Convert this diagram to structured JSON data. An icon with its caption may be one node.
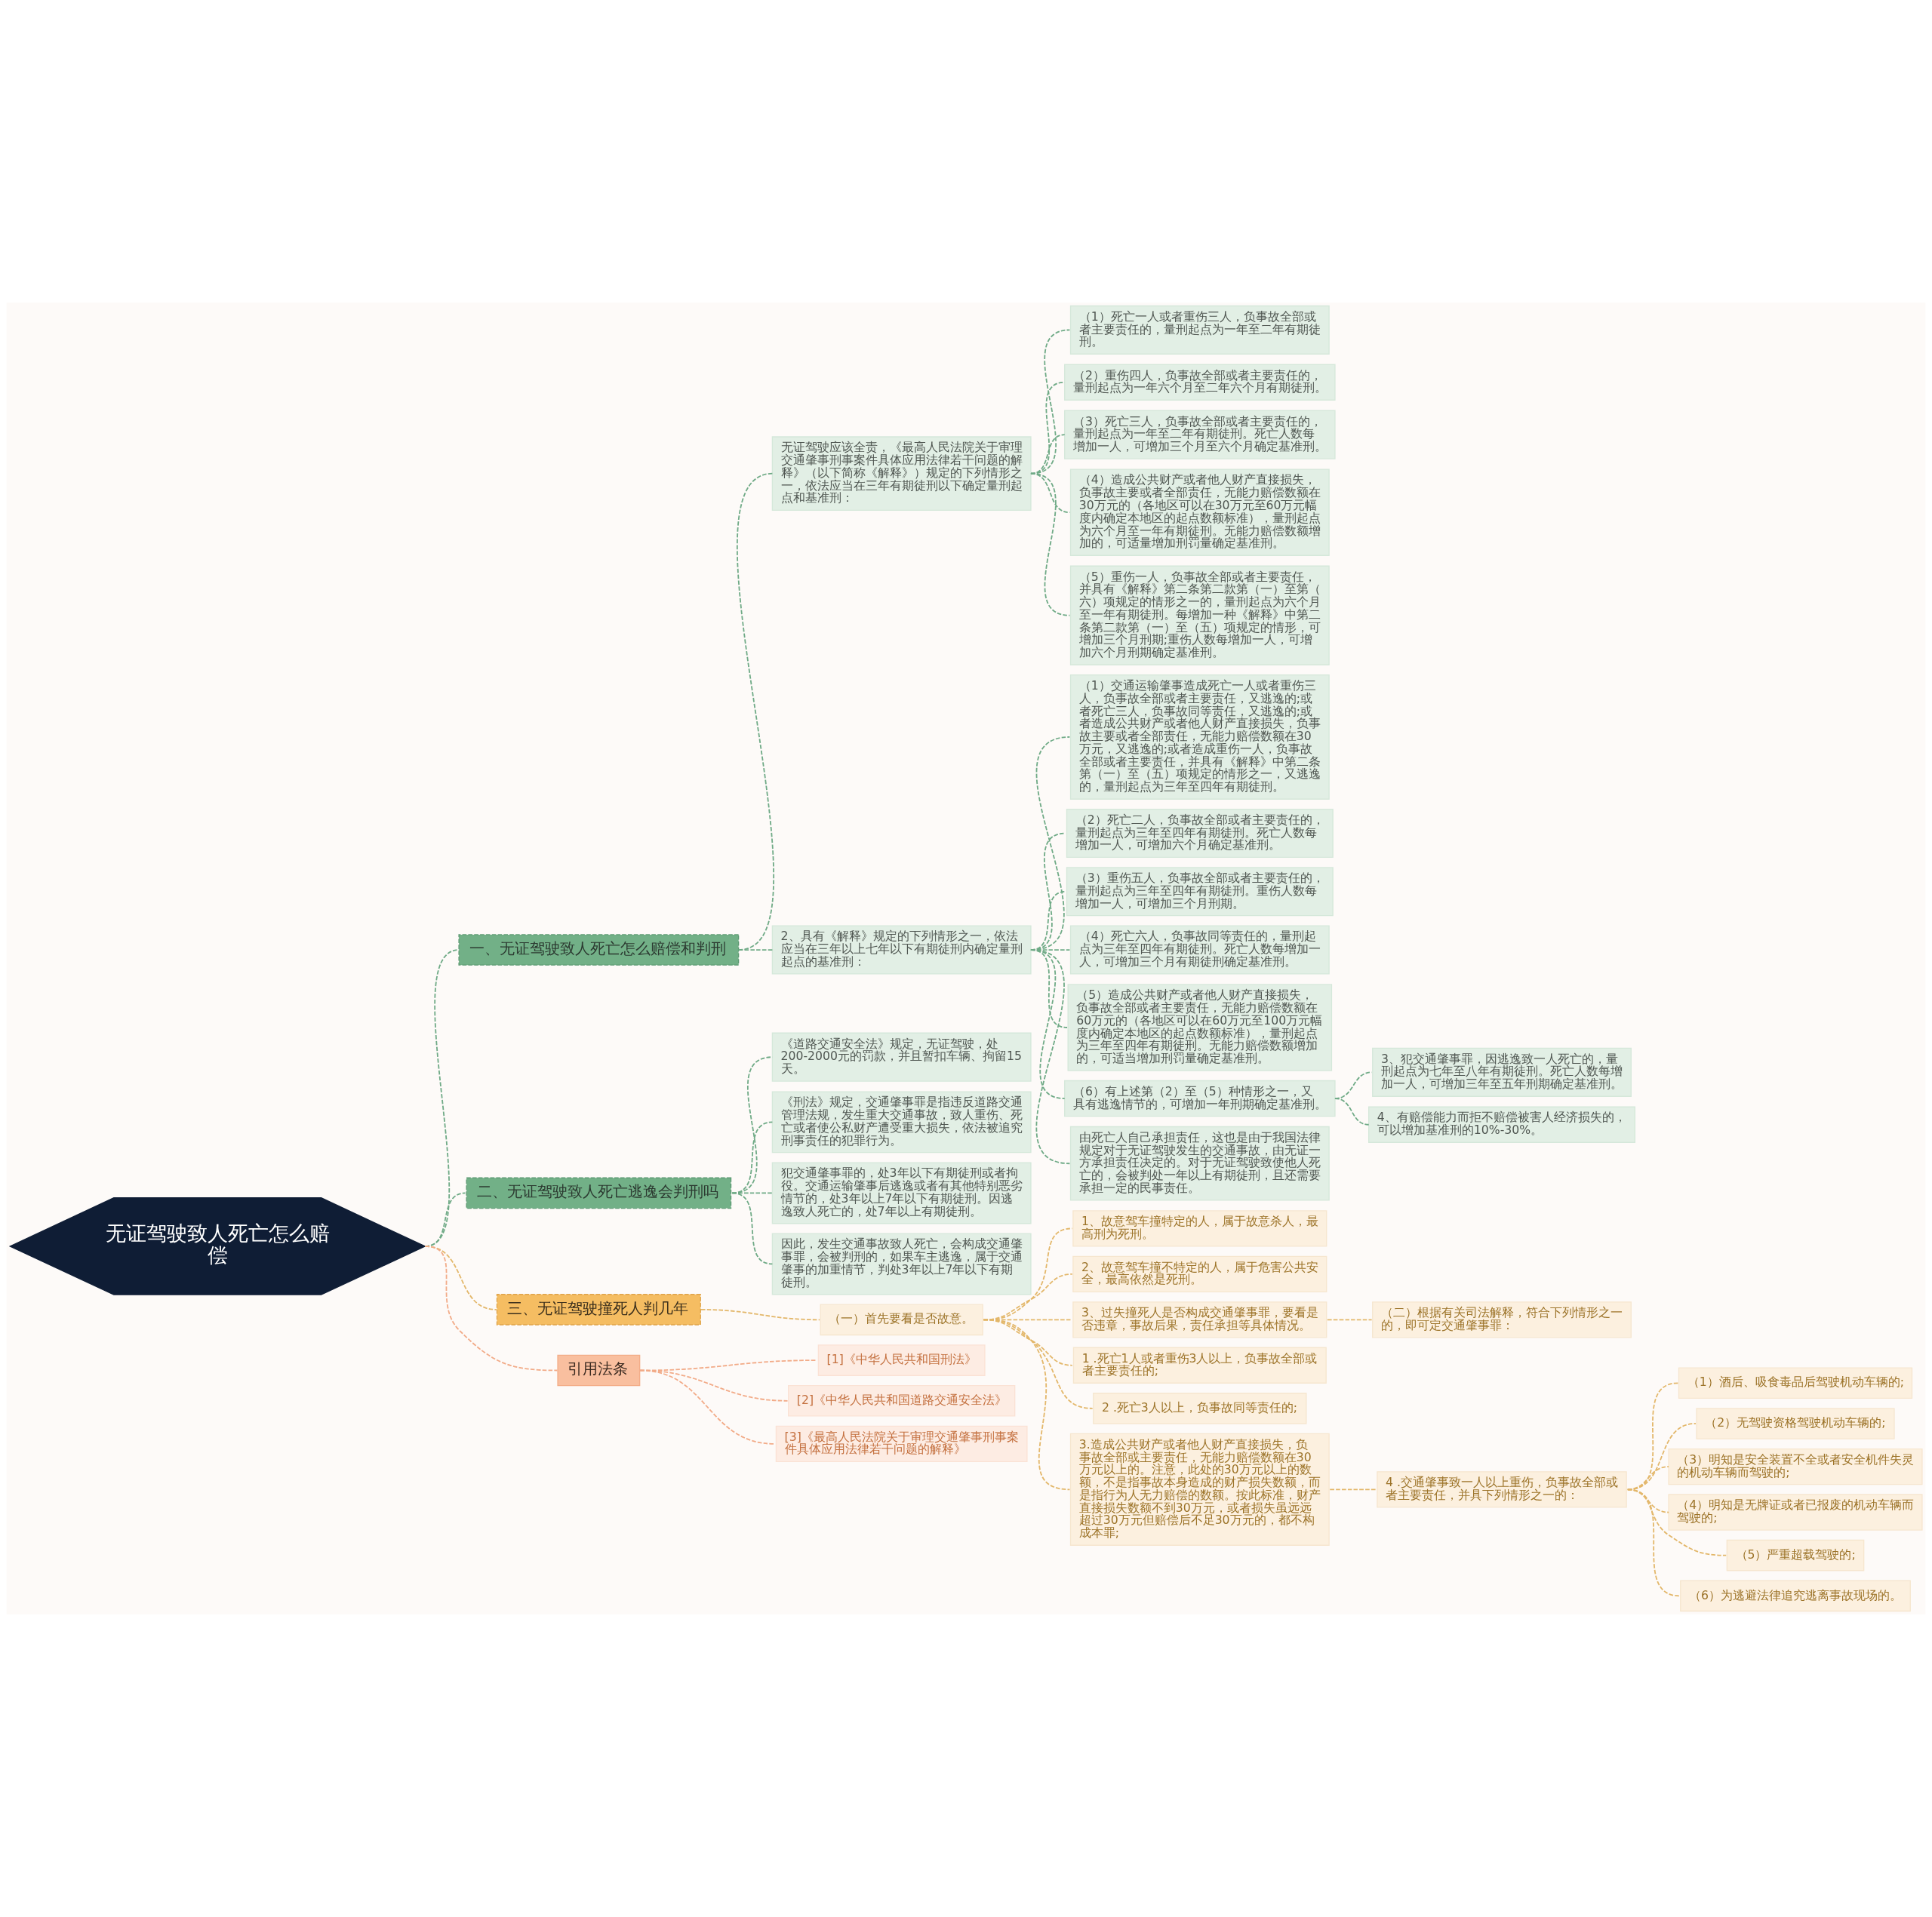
{
  "diagram": {
    "nodes": [
      {
        "text": [
          "无证驾驶致人死亡怎么赔偿"
        ]
      },
      {
        "text": [
          "一、无证驾驶致人死亡怎么赔偿和判刑"
        ]
      },
      {
        "text": [
          "无证驾驶应该全责，《最高人民法院关于审理交通肇事刑事案件具体应用法律若干问题的解释》（以下简称《解释》）规定的下列情形之一，依法应当在三年有期徒刑以下确定量刑起点和基准刑："
        ]
      },
      {
        "text": [
          "（1）死亡一人或者重伤三人，负事故全部或者主要责任的，量刑起点为一年至二年有期徒刑。"
        ]
      },
      {
        "text": [
          "（2）重伤四人，负事故全部或者主要责任的，量刑起点为一年六个月至二年六个月有期徒刑。"
        ]
      },
      {
        "text": [
          "（3）死亡三人，负事故全部或者主要责任的，量刑起点为一年至二年有期徒刑。死亡人数每增加一人，可增加三个月至六个月确定基准刑。"
        ]
      },
      {
        "text": [
          "（4）造成公共财产或者他人财产直接损失，负事故主要或者全部责任，无能力赔偿数额在30万元的（各地区可以在30万元至60万元幅度内确定本地区的起点数额标准），量刑起点为六个月至一年有期徒刑。无能力赔偿数额增加的，可适量增加刑罚量确定基准刑。"
        ]
      },
      {
        "text": [
          "（5）重伤一人，负事故全部或者主要责任，并具有《解释》第二条第二款第（一）至第（六）项规定的情形之一的，量刑起点为六个月至一年有期徒刑。每增加一种《解释》中第二条第二款第（一）至（五）项规定的情形，可增加三个月刑期;重伤人数每增加一人，可增加六个月刑期确定基准刑。"
        ]
      },
      {
        "text": [
          "2、具有《解释》规定的下列情形之一，依法应当在三年以上七年以下有期徒刑内确定量刑起点的基准刑："
        ]
      },
      {
        "text": [
          "（1）交通运输肇事造成死亡一人或者重伤三人，负事故全部或者主要责任，又逃逸的;或者死亡三人，负事故同等责任，又逃逸的;或者造成公共财产或者他人财产直接损失，负事故主要或者全部责任，无能力赔偿数额在30万元，又逃逸的;或者造成重伤一人，负事故全部或者主要责任，并具有《解释》中第二条第（一）至（五）项规定的情形之一，又逃逸的，量刑起点为三年至四年有期徒刑。"
        ]
      },
      {
        "text": [
          "（2）死亡二人，负事故全部或者主要责任的，量刑起点为三年至四年有期徒刑。死亡人数每增加一人，可增加六个月确定基准刑。"
        ]
      },
      {
        "text": [
          "（3）重伤五人，负事故全部或者主要责任的，量刑起点为三年至四年有期徒刑。重伤人数每增加一人，可增加三个月刑期。"
        ]
      },
      {
        "text": [
          "（4）死亡六人，负事故同等责任的，量刑起点为三年至四年有期徒刑。死亡人数每增加一人，可增加三个月有期徒刑确定基准刑。"
        ]
      },
      {
        "text": [
          "（5）造成公共财产或者他人财产直接损失，负事故全部或者主要责任，无能力赔偿数额在60万元的（各地区可以在60万元至100万元幅度内确定本地区的起点数额标准），量刑起点为三年至四年有期徒刑。无能力赔偿数额增加的，可适当增加刑罚量确定基准刑。"
        ]
      },
      {
        "text": [
          "（6）有上述第（2）至（5）种情形之一，又具有逃逸情节的，可增加一年刑期确定基准刑。"
        ]
      },
      {
        "text": [
          "3、犯交通肇事罪，因逃逸致一人死亡的，量刑起点为七年至八年有期徒刑。死亡人数每增加一人，可增加三年至五年刑期确定基准刑。"
        ]
      },
      {
        "text": [
          "4、有赔偿能力而拒不赔偿被害人经济损失的，可以增加基准刑的10%-30%。"
        ]
      },
      {
        "text": [
          "由死亡人自己承担责任，这也是由于我国法律规定对于无证驾驶发生的交通事故，由无证一方承担责任决定的。对于无证驾驶致使他人死亡的，会被判处一年以上有期徒刑，且还需要承担一定的民事责任。"
        ]
      },
      {
        "text": [
          "二、无证驾驶致人死亡逃逸会判刑吗"
        ]
      },
      {
        "text": [
          "《道路交通安全法》规定，无证驾驶，处200-2000元的罚款，并且暂扣车辆、拘留15天。"
        ]
      },
      {
        "text": [
          "《刑法》规定，交通肇事罪是指违反道路交通管理法规，发生重大交通事故，致人重伤、死亡或者使公私财产遭受重大损失，依法被追究刑事责任的犯罪行为。"
        ]
      },
      {
        "text": [
          "犯交通肇事罪的，处3年以下有期徒刑或者拘役。交通运输肇事后逃逸或者有其他特别恶劣情节的，处3年以上7年以下有期徒刑。因逃逸致人死亡的，处7年以上有期徒刑。"
        ]
      },
      {
        "text": [
          "因此，发生交通事故致人死亡，会构成交通肇事罪，会被判刑的，如果车主逃逸，属于交通肇事的加重情节，判处3年以上7年以下有期徒刑。"
        ]
      },
      {
        "text": [
          "三、无证驾驶撞死人判几年"
        ]
      },
      {
        "text": [
          "（一）首先要看是否故意。"
        ]
      },
      {
        "text": [
          "1、故意驾车撞特定的人，属于故意杀人，最高刑为死刑。"
        ]
      },
      {
        "text": [
          "2、故意驾车撞不特定的人，属于危害公共安全，最高依然是死刑。"
        ]
      },
      {
        "text": [
          "3、过失撞死人是否构成交通肇事罪，要看是否违章，事故后果，责任承担等具体情况。"
        ]
      },
      {
        "text": [
          "（二）根据有关司法解释，符合下列情形之一的，即可定交通肇事罪："
        ]
      },
      {
        "text": [
          "1 .死亡1人或者重伤3人以上，负事故全部或者主要责任的;"
        ]
      },
      {
        "text": [
          "2 .死亡3人以上，负事故同等责任的;"
        ]
      },
      {
        "text": [
          "3.造成公共财产或者他人财产直接损失，负事故全部或主要责任，无能力赔偿数额在30万元以上的。注意，此处的30万元以上的数额，不是指事故本身造成的财产损失数额，而是指行为人无力赔偿的数额。按此标准，财产直接损失数额不到30万元，或者损失虽远远超过30万元但赔偿后不足30万元的，都不构成本罪;"
        ]
      },
      {
        "text": [
          "4 .交通肇事致一人以上重伤，负事故全部或者主要责任，并具下列情形之一的："
        ]
      },
      {
        "text": [
          "（1）酒后、吸食毒品后驾驶机动车辆的;"
        ]
      },
      {
        "text": [
          "（2）无驾驶资格驾驶机动车辆的;"
        ]
      },
      {
        "text": [
          "（3）明知是安全装置不全或者安全机件失灵的机动车辆而驾驶的;"
        ]
      },
      {
        "text": [
          "（4）明知是无牌证或者已报废的机动车辆而驾驶的;"
        ]
      },
      {
        "text": [
          "（5）严重超载驾驶的;"
        ]
      },
      {
        "text": [
          "（6）为逃避法律追究逃离事故现场的。"
        ]
      },
      {
        "text": [
          "引用法条"
        ]
      },
      {
        "text": [
          "[1]《中华人民共和国刑法》"
        ]
      },
      {
        "text": [
          "[2]《中华人民共和国道路交通安全法》"
        ]
      },
      {
        "text": [
          "[3]《最高人民法院关于审理交通肇事刑事案件具体应用法律若干问题的解释》"
        ]
      }
    ],
    "edges": [
      {
        "from": 0,
        "to": 1,
        "arrow": "none",
        "style": "dashed"
      },
      {
        "from": 1,
        "to": 2,
        "arrow": "none",
        "style": "dashed"
      },
      {
        "from": 2,
        "to": 3,
        "arrow": "none",
        "style": "dashed"
      },
      {
        "from": 2,
        "to": 4,
        "arrow": "none",
        "style": "dashed"
      },
      {
        "from": 2,
        "to": 5,
        "arrow": "none",
        "style": "dashed"
      },
      {
        "from": 2,
        "to": 6,
        "arrow": "none",
        "style": "dashed"
      },
      {
        "from": 2,
        "to": 7,
        "arrow": "none",
        "style": "dashed"
      },
      {
        "from": 1,
        "to": 8,
        "arrow": "none",
        "style": "dashed"
      },
      {
        "from": 8,
        "to": 9,
        "arrow": "none",
        "style": "dashed"
      },
      {
        "from": 8,
        "to": 10,
        "arrow": "none",
        "style": "dashed"
      },
      {
        "from": 8,
        "to": 11,
        "arrow": "none",
        "style": "dashed"
      },
      {
        "from": 8,
        "to": 12,
        "arrow": "none",
        "style": "dashed"
      },
      {
        "from": 8,
        "to": 13,
        "arrow": "none",
        "style": "dashed"
      },
      {
        "from": 8,
        "to": 14,
        "arrow": "none",
        "style": "dashed"
      },
      {
        "from": 14,
        "to": 15,
        "arrow": "none",
        "style": "dashed"
      },
      {
        "from": 14,
        "to": 16,
        "arrow": "none",
        "style": "dashed"
      },
      {
        "from": 8,
        "to": 17,
        "arrow": "none",
        "style": "dashed"
      },
      {
        "from": 0,
        "to": 18,
        "arrow": "none",
        "style": "dashed"
      },
      {
        "from": 18,
        "to": 19,
        "arrow": "none",
        "style": "dashed"
      },
      {
        "from": 18,
        "to": 20,
        "arrow": "none",
        "style": "dashed"
      },
      {
        "from": 18,
        "to": 21,
        "arrow": "none",
        "style": "dashed"
      },
      {
        "from": 18,
        "to": 22,
        "arrow": "none",
        "style": "dashed"
      },
      {
        "from": 0,
        "to": 23,
        "arrow": "none",
        "style": "dashed",
        "color": "#e3b76a"
      },
      {
        "from": 23,
        "to": 24,
        "arrow": "none",
        "style": "dashed",
        "color": "#e3b76a"
      },
      {
        "from": 24,
        "to": 25,
        "arrow": "none",
        "style": "dashed",
        "color": "#e3b76a"
      },
      {
        "from": 24,
        "to": 26,
        "arrow": "none",
        "style": "dashed",
        "color": "#e3b76a"
      },
      {
        "from": 24,
        "to": 27,
        "arrow": "none",
        "style": "dashed",
        "color": "#e3b76a"
      },
      {
        "from": 27,
        "to": 28,
        "arrow": "none",
        "style": "dashed",
        "color": "#e3b76a"
      },
      {
        "from": 24,
        "to": 29,
        "arrow": "none",
        "style": "dashed",
        "color": "#e3b76a"
      },
      {
        "from": 24,
        "to": 30,
        "arrow": "none",
        "style": "dashed",
        "color": "#e3b76a"
      },
      {
        "from": 24,
        "to": 31,
        "arrow": "none",
        "style": "dashed",
        "color": "#e3b76a"
      },
      {
        "from": 31,
        "to": 32,
        "arrow": "none",
        "style": "dashed",
        "color": "#e3b76a"
      },
      {
        "from": 32,
        "to": 33,
        "arrow": "none",
        "style": "dashed",
        "color": "#e3b76a"
      },
      {
        "from": 32,
        "to": 34,
        "arrow": "none",
        "style": "dashed",
        "color": "#e3b76a"
      },
      {
        "from": 32,
        "to": 35,
        "arrow": "none",
        "style": "dashed",
        "color": "#e3b76a"
      },
      {
        "from": 32,
        "to": 36,
        "arrow": "none",
        "style": "dashed",
        "color": "#e3b76a"
      },
      {
        "from": 32,
        "to": 37,
        "arrow": "none",
        "style": "dashed",
        "color": "#e3b76a"
      },
      {
        "from": 32,
        "to": 38,
        "arrow": "none",
        "style": "dashed",
        "color": "#e3b76a"
      },
      {
        "from": 0,
        "to": 39,
        "arrow": "none",
        "style": "dashed",
        "color": "#f2ab88"
      },
      {
        "from": 39,
        "to": 40,
        "arrow": "none",
        "style": "dashed",
        "color": "#f2ab88"
      },
      {
        "from": 39,
        "to": 41,
        "arrow": "none",
        "style": "dashed",
        "color": "#f2ab88"
      },
      {
        "from": 39,
        "to": 42,
        "arrow": "none",
        "style": "dashed",
        "color": "#f2ab88"
      }
    ]
  }
}
